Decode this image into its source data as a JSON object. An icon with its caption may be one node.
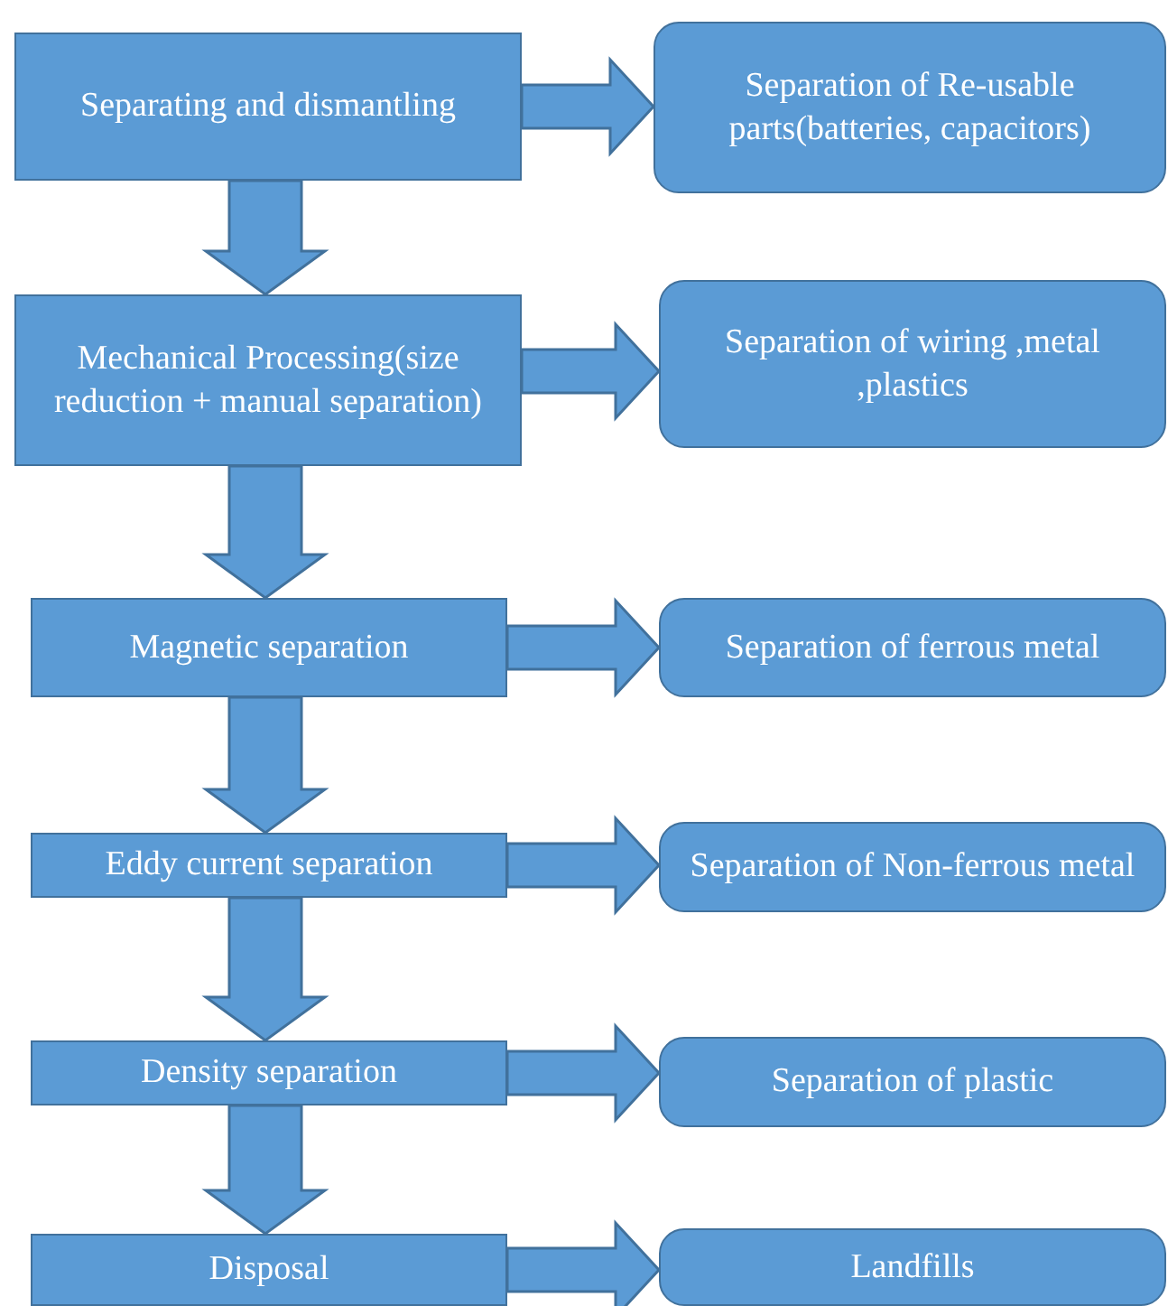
{
  "diagram": {
    "nodes": [
      {
        "text": [
          "Separating and dismantling"
        ]
      },
      {
        "text": [
          "Separation of Re-usable parts(batteries, capacitors)"
        ]
      },
      {
        "text": [
          "Mechanical Processing(size reduction + manual separation)"
        ]
      },
      {
        "text": [
          "Separation of wiring ,metal ,plastics"
        ]
      },
      {
        "text": [
          "Magnetic separation"
        ]
      },
      {
        "text": [
          "Separation of ferrous metal"
        ]
      },
      {
        "text": [
          "Eddy current separation"
        ]
      },
      {
        "text": [
          "Separation of Non-ferrous metal"
        ]
      },
      {
        "text": [
          "Density separation"
        ]
      },
      {
        "text": [
          "Separation of plastic"
        ]
      },
      {
        "text": [
          "Disposal"
        ]
      },
      {
        "text": [
          "Landfills"
        ]
      }
    ],
    "edges": [
      {
        "from": 0,
        "to": 1,
        "arrow": "to"
      },
      {
        "from": 0,
        "to": 2,
        "arrow": "to"
      },
      {
        "from": 2,
        "to": 3,
        "arrow": "to"
      },
      {
        "from": 2,
        "to": 4,
        "arrow": "to"
      },
      {
        "from": 4,
        "to": 5,
        "arrow": "to"
      },
      {
        "from": 4,
        "to": 6,
        "arrow": "to"
      },
      {
        "from": 6,
        "to": 7,
        "arrow": "to"
      },
      {
        "from": 6,
        "to": 8,
        "arrow": "to"
      },
      {
        "from": 8,
        "to": 9,
        "arrow": "to"
      },
      {
        "from": 8,
        "to": 10,
        "arrow": "to"
      },
      {
        "from": 10,
        "to": 11,
        "arrow": "to"
      }
    ]
  }
}
